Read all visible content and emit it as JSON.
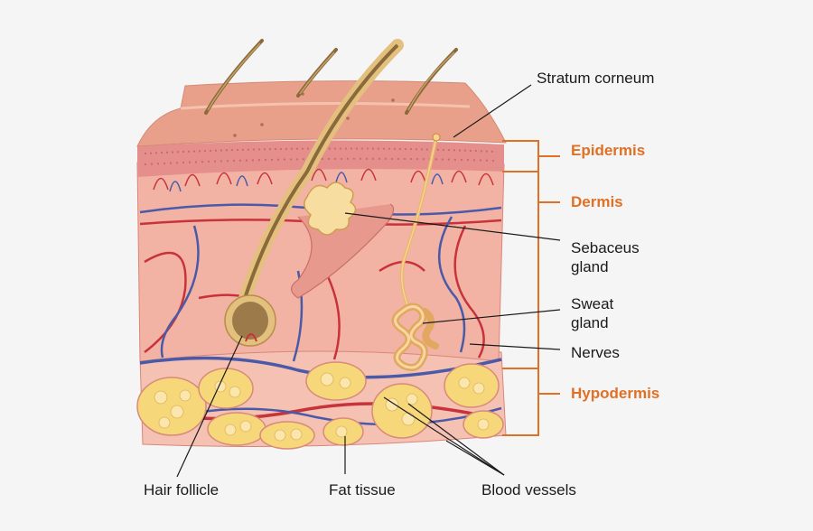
{
  "labels": {
    "stratum_corneum": "Stratum corneum",
    "sebaceus_1": "Sebaceus",
    "sebaceus_2": "gland",
    "sweat_1": "Sweat",
    "sweat_2": "gland",
    "nerves": "Nerves",
    "hair_follicle": "Hair follicle",
    "fat_tissue": "Fat tissue",
    "blood_vessels": "Blood vessels"
  },
  "layers": {
    "epidermis": "Epidermis",
    "dermis": "Dermis",
    "hypodermis": "Hypodermis"
  },
  "colors": {
    "background": "#f5f5f5",
    "layer_accent": "#e07023",
    "leader_line": "#1a1a1a",
    "skin_surface": "#e9a08a",
    "dermis": "#f2b3a4",
    "hypodermis": "#f4c1b3",
    "fat_cell": "#f6d77a",
    "vein": "#4a5aa8",
    "artery": "#c8323a",
    "hair": "#8a6a3a"
  }
}
